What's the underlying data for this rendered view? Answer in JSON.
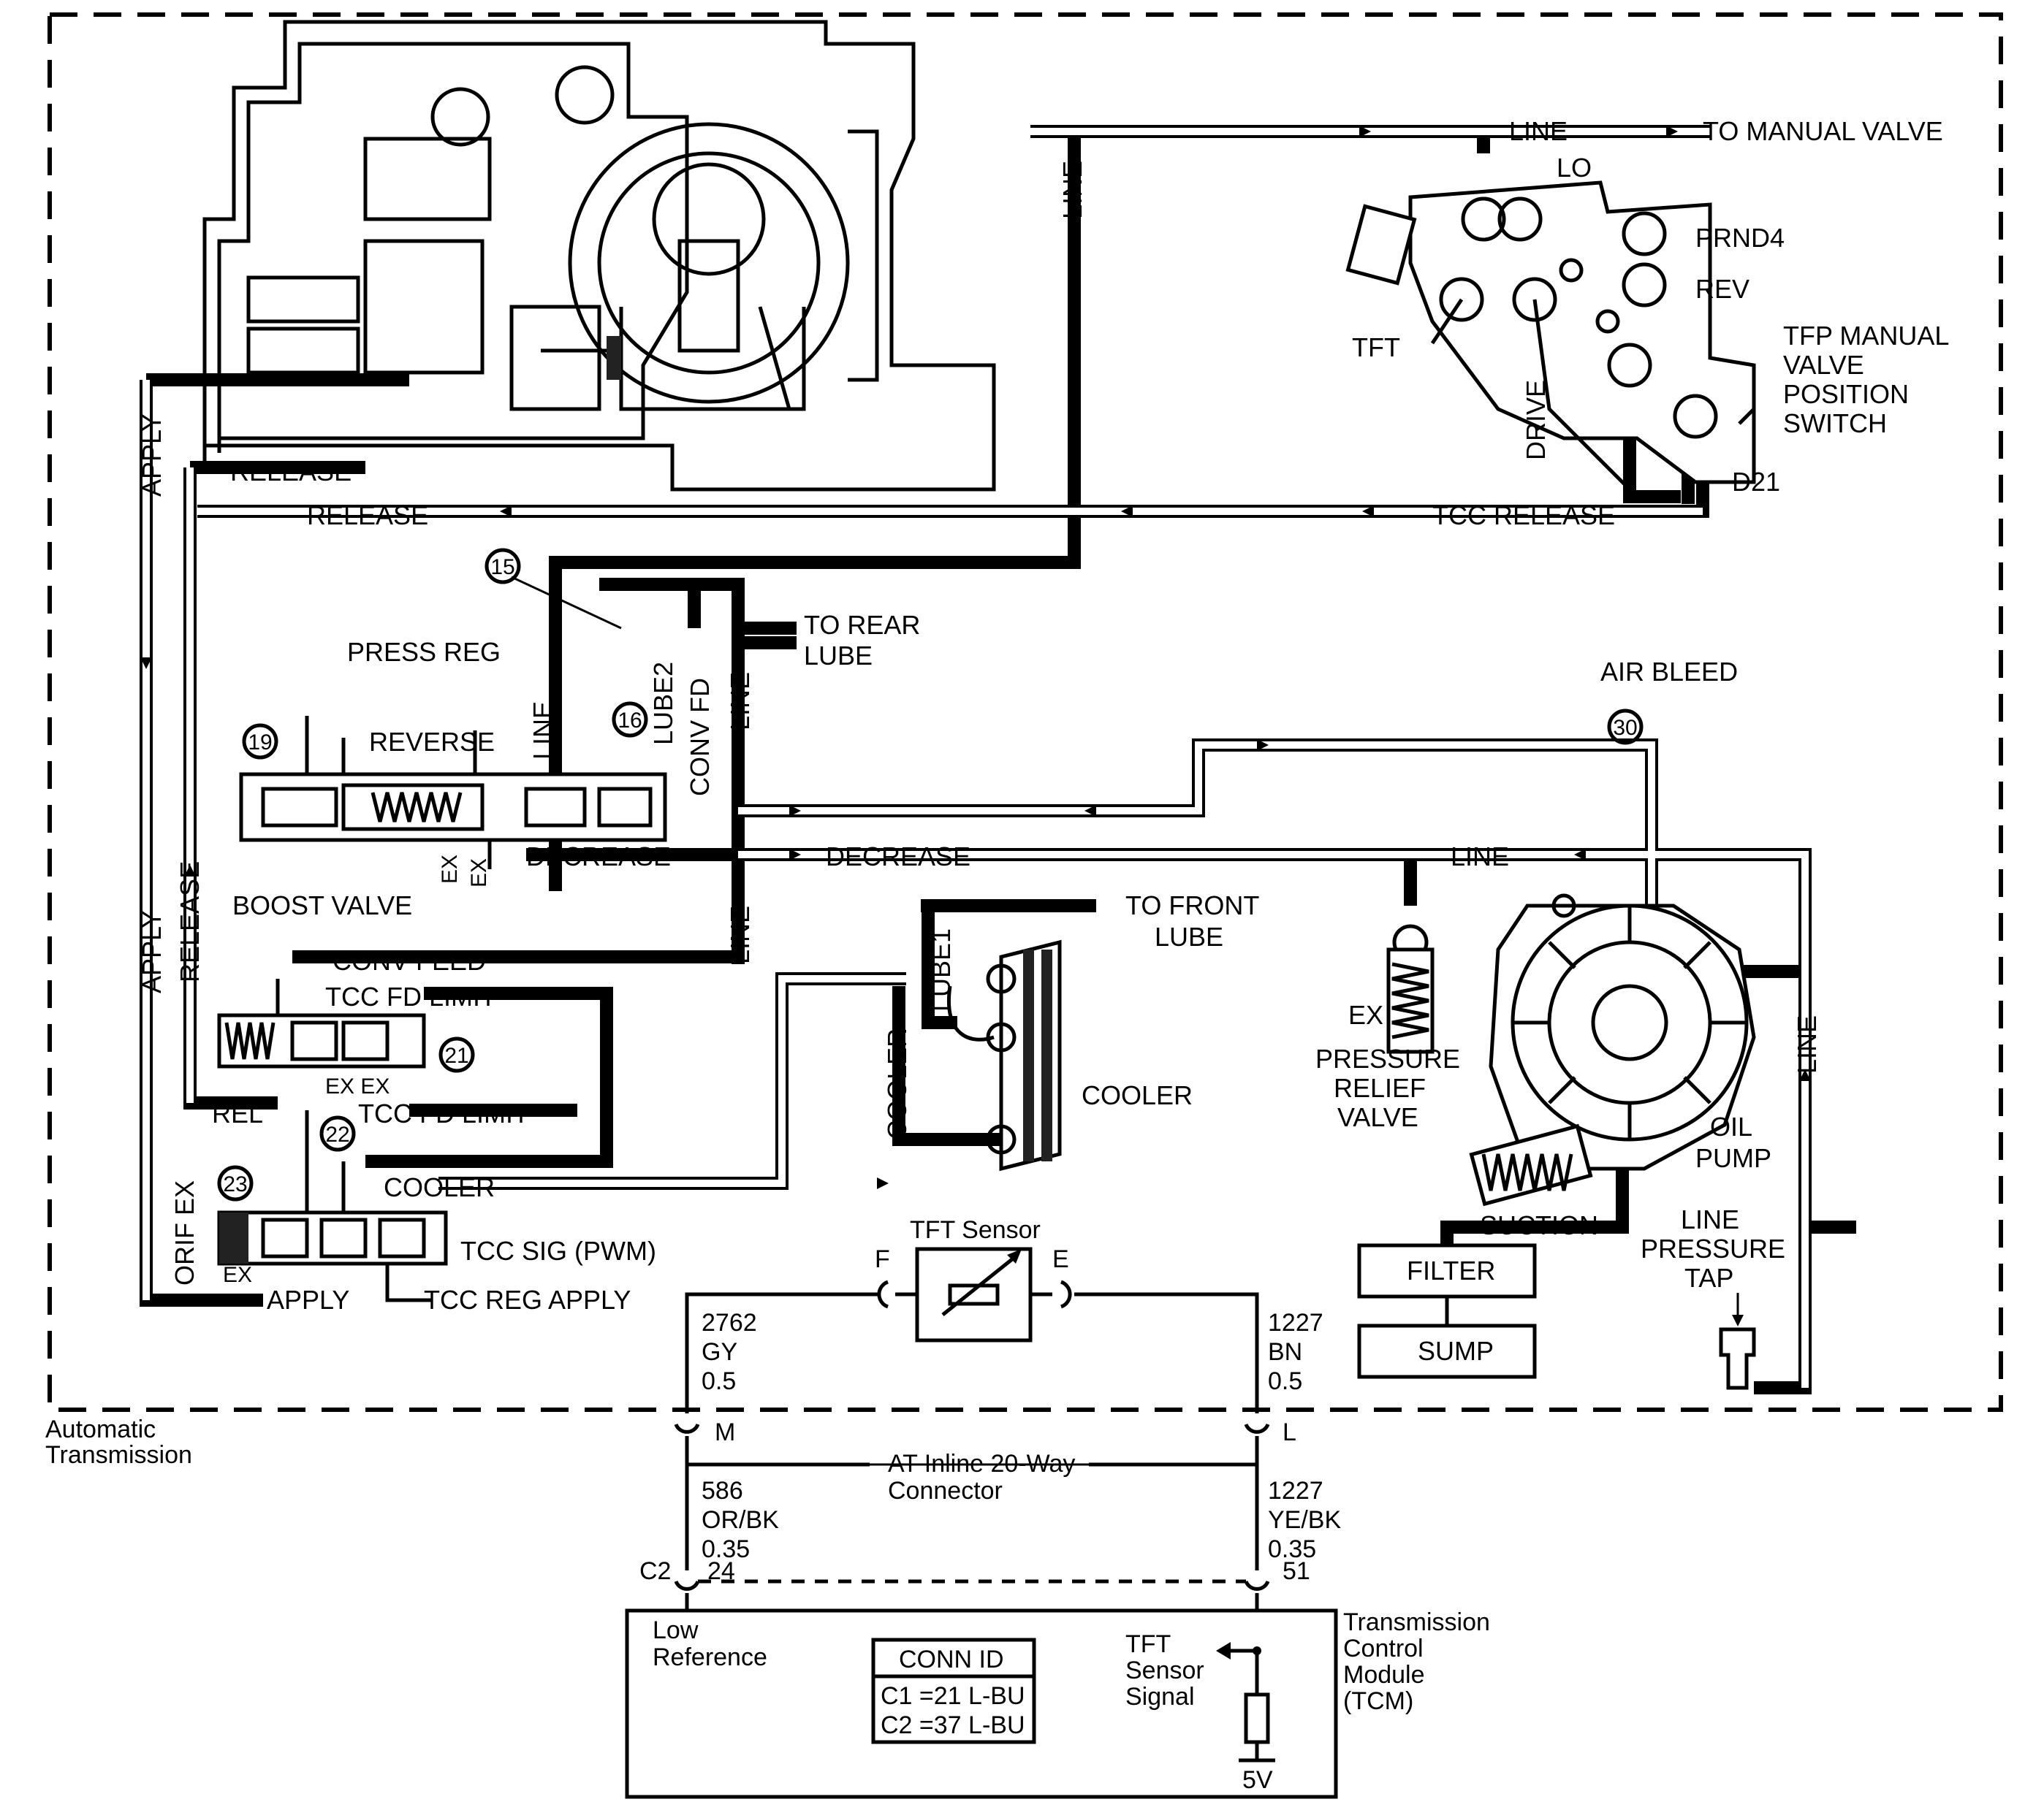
{
  "hydraulic": {
    "line": "LINE",
    "to_manual_valve": "TO MANUAL VALVE",
    "lo": "LO",
    "prnd4": "PRND4",
    "rev": "REV",
    "tft": "TFT",
    "drive": "DRIVE",
    "tfp_switch": [
      "TFP MANUAL",
      "VALVE",
      "POSITION",
      "SWITCH"
    ],
    "d21": "D21",
    "apply": "APPLY",
    "release": "RELEASE",
    "tcc_release": "TCC RELEASE",
    "to_rear_lube": [
      "TO REAR",
      "LUBE"
    ],
    "press_reg": "PRESS REG",
    "lube2": "LUBE2",
    "conv_fd": "CONV FD",
    "reverse": "REVERSE",
    "air_bleed": "AIR BLEED",
    "ex": "EX",
    "decrease": "DECREASE",
    "boost_valve": "BOOST VALVE",
    "to_front_lube": [
      "TO FRONT",
      "LUBE"
    ],
    "lube1": "LUBE1",
    "conv_feed": "CONV FEED",
    "tcc_fd_limit": "TCC FD LIMIT",
    "ex_ex": "EX EX",
    "rel": "REL",
    "cooler": "COOLER",
    "orif_ex": "ORIF EX",
    "tcc_sig": "TCC SIG (PWM)",
    "tcc_reg_apply": "TCC REG APPLY",
    "pressure_relief_valve": [
      "PRESSURE",
      "RELIEF",
      "VALVE"
    ],
    "oil_pump": [
      "OIL",
      "PUMP"
    ],
    "suction": "SUCTION",
    "filter": "FILTER",
    "sump": "SUMP",
    "line_pressure_tap": [
      "LINE",
      "PRESSURE",
      "TAP"
    ],
    "checkballs": [
      "15",
      "16",
      "19",
      "21",
      "22",
      "23",
      "30"
    ]
  },
  "electrical": {
    "tft_sensor": "TFT Sensor",
    "pin_f": "F",
    "pin_e": "E",
    "wire_left": [
      "2762",
      "GY",
      "0.5"
    ],
    "wire_right": [
      "1227",
      "BN",
      "0.5"
    ],
    "pin_m": "M",
    "pin_l": "L",
    "connector": [
      "AT Inline 20-Way",
      "Connector"
    ],
    "wire_left2": [
      "586",
      "OR/BK",
      "0.35"
    ],
    "wire_right2": [
      "1227",
      "YE/BK",
      "0.35"
    ],
    "c2": "C2",
    "pin_24": "24",
    "pin_51": "51",
    "automatic_transmission": [
      "Automatic",
      "Transmission"
    ],
    "low_reference": [
      "Low",
      "Reference"
    ],
    "conn_id_title": "CONN ID",
    "conn_id_rows": [
      "C1 =21 L-BU",
      "C2 =37 L-BU"
    ],
    "tft_sensor_signal": [
      "TFT",
      "Sensor",
      "Signal"
    ],
    "tcm": [
      "Transmission",
      "Control",
      "Module",
      "(TCM)"
    ],
    "five_v": "5V"
  }
}
